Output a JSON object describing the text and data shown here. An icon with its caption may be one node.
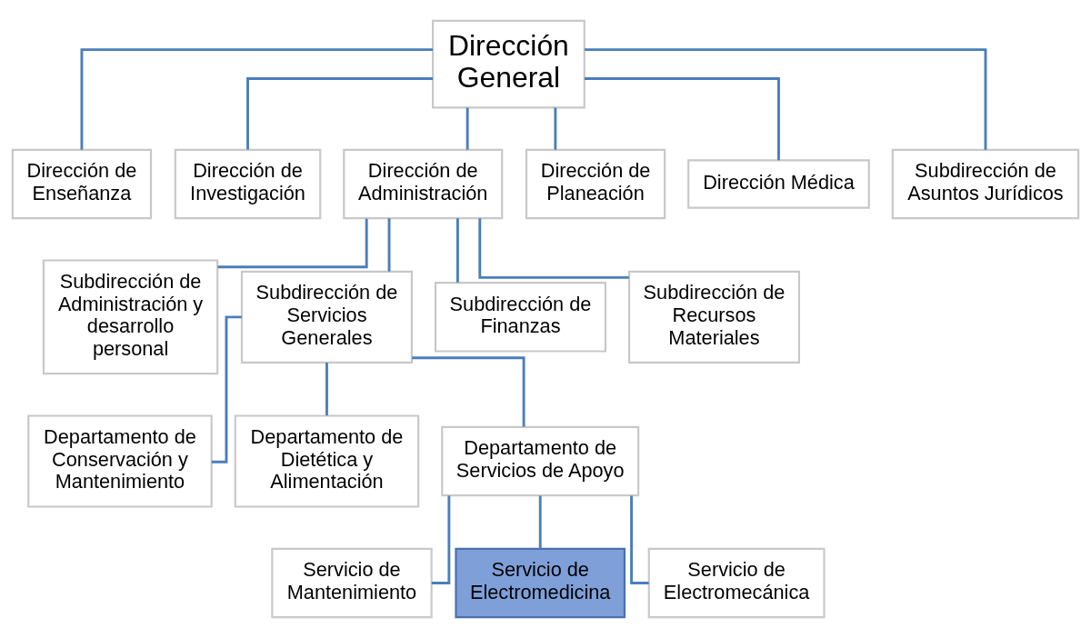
{
  "diagram": {
    "nodes": [
      {
        "text": [
          "Dirección General"
        ]
      },
      {
        "text": [
          "Dirección de Enseñanza"
        ]
      },
      {
        "text": [
          "Dirección de Investigación"
        ]
      },
      {
        "text": [
          "Dirección de Administración"
        ]
      },
      {
        "text": [
          "Dirección de Planeación"
        ]
      },
      {
        "text": [
          "Dirección Médica"
        ]
      },
      {
        "text": [
          "Subdirección de Asuntos Jurídicos"
        ]
      },
      {
        "text": [
          "Subdirección de Administración y desarrollo personal"
        ]
      },
      {
        "text": [
          "Subdirección de Servicios Generales"
        ]
      },
      {
        "text": [
          "Subdirección de Finanzas"
        ]
      },
      {
        "text": [
          "Subdirección de Recursos Materiales"
        ]
      },
      {
        "text": [
          "Departamento de Conservación y Mantenimiento"
        ]
      },
      {
        "text": [
          "Departamento de Dietética y Alimentación"
        ]
      },
      {
        "text": [
          "Departamento de Servicios de Apoyo"
        ]
      },
      {
        "text": [
          "Servicio de Mantenimiento"
        ]
      },
      {
        "text": [
          "Servicio de Electromedicina"
        ]
      },
      {
        "text": [
          "Servicio de Electromecánica"
        ]
      }
    ],
    "edges": [
      {
        "from": 0,
        "to": 1,
        "arrow": "none"
      },
      {
        "from": 0,
        "to": 2,
        "arrow": "none"
      },
      {
        "from": 0,
        "to": 3,
        "arrow": "none"
      },
      {
        "from": 0,
        "to": 4,
        "arrow": "none"
      },
      {
        "from": 0,
        "to": 5,
        "arrow": "none"
      },
      {
        "from": 0,
        "to": 6,
        "arrow": "none"
      },
      {
        "from": 3,
        "to": 7,
        "arrow": "none"
      },
      {
        "from": 3,
        "to": 8,
        "arrow": "none"
      },
      {
        "from": 3,
        "to": 9,
        "arrow": "none"
      },
      {
        "from": 3,
        "to": 10,
        "arrow": "none"
      },
      {
        "from": 8,
        "to": 11,
        "arrow": "none"
      },
      {
        "from": 8,
        "to": 12,
        "arrow": "none"
      },
      {
        "from": 8,
        "to": 13,
        "arrow": "none"
      },
      {
        "from": 13,
        "to": 14,
        "arrow": "none"
      },
      {
        "from": 13,
        "to": 15,
        "arrow": "none"
      },
      {
        "from": 13,
        "to": 16,
        "arrow": "none"
      }
    ]
  }
}
